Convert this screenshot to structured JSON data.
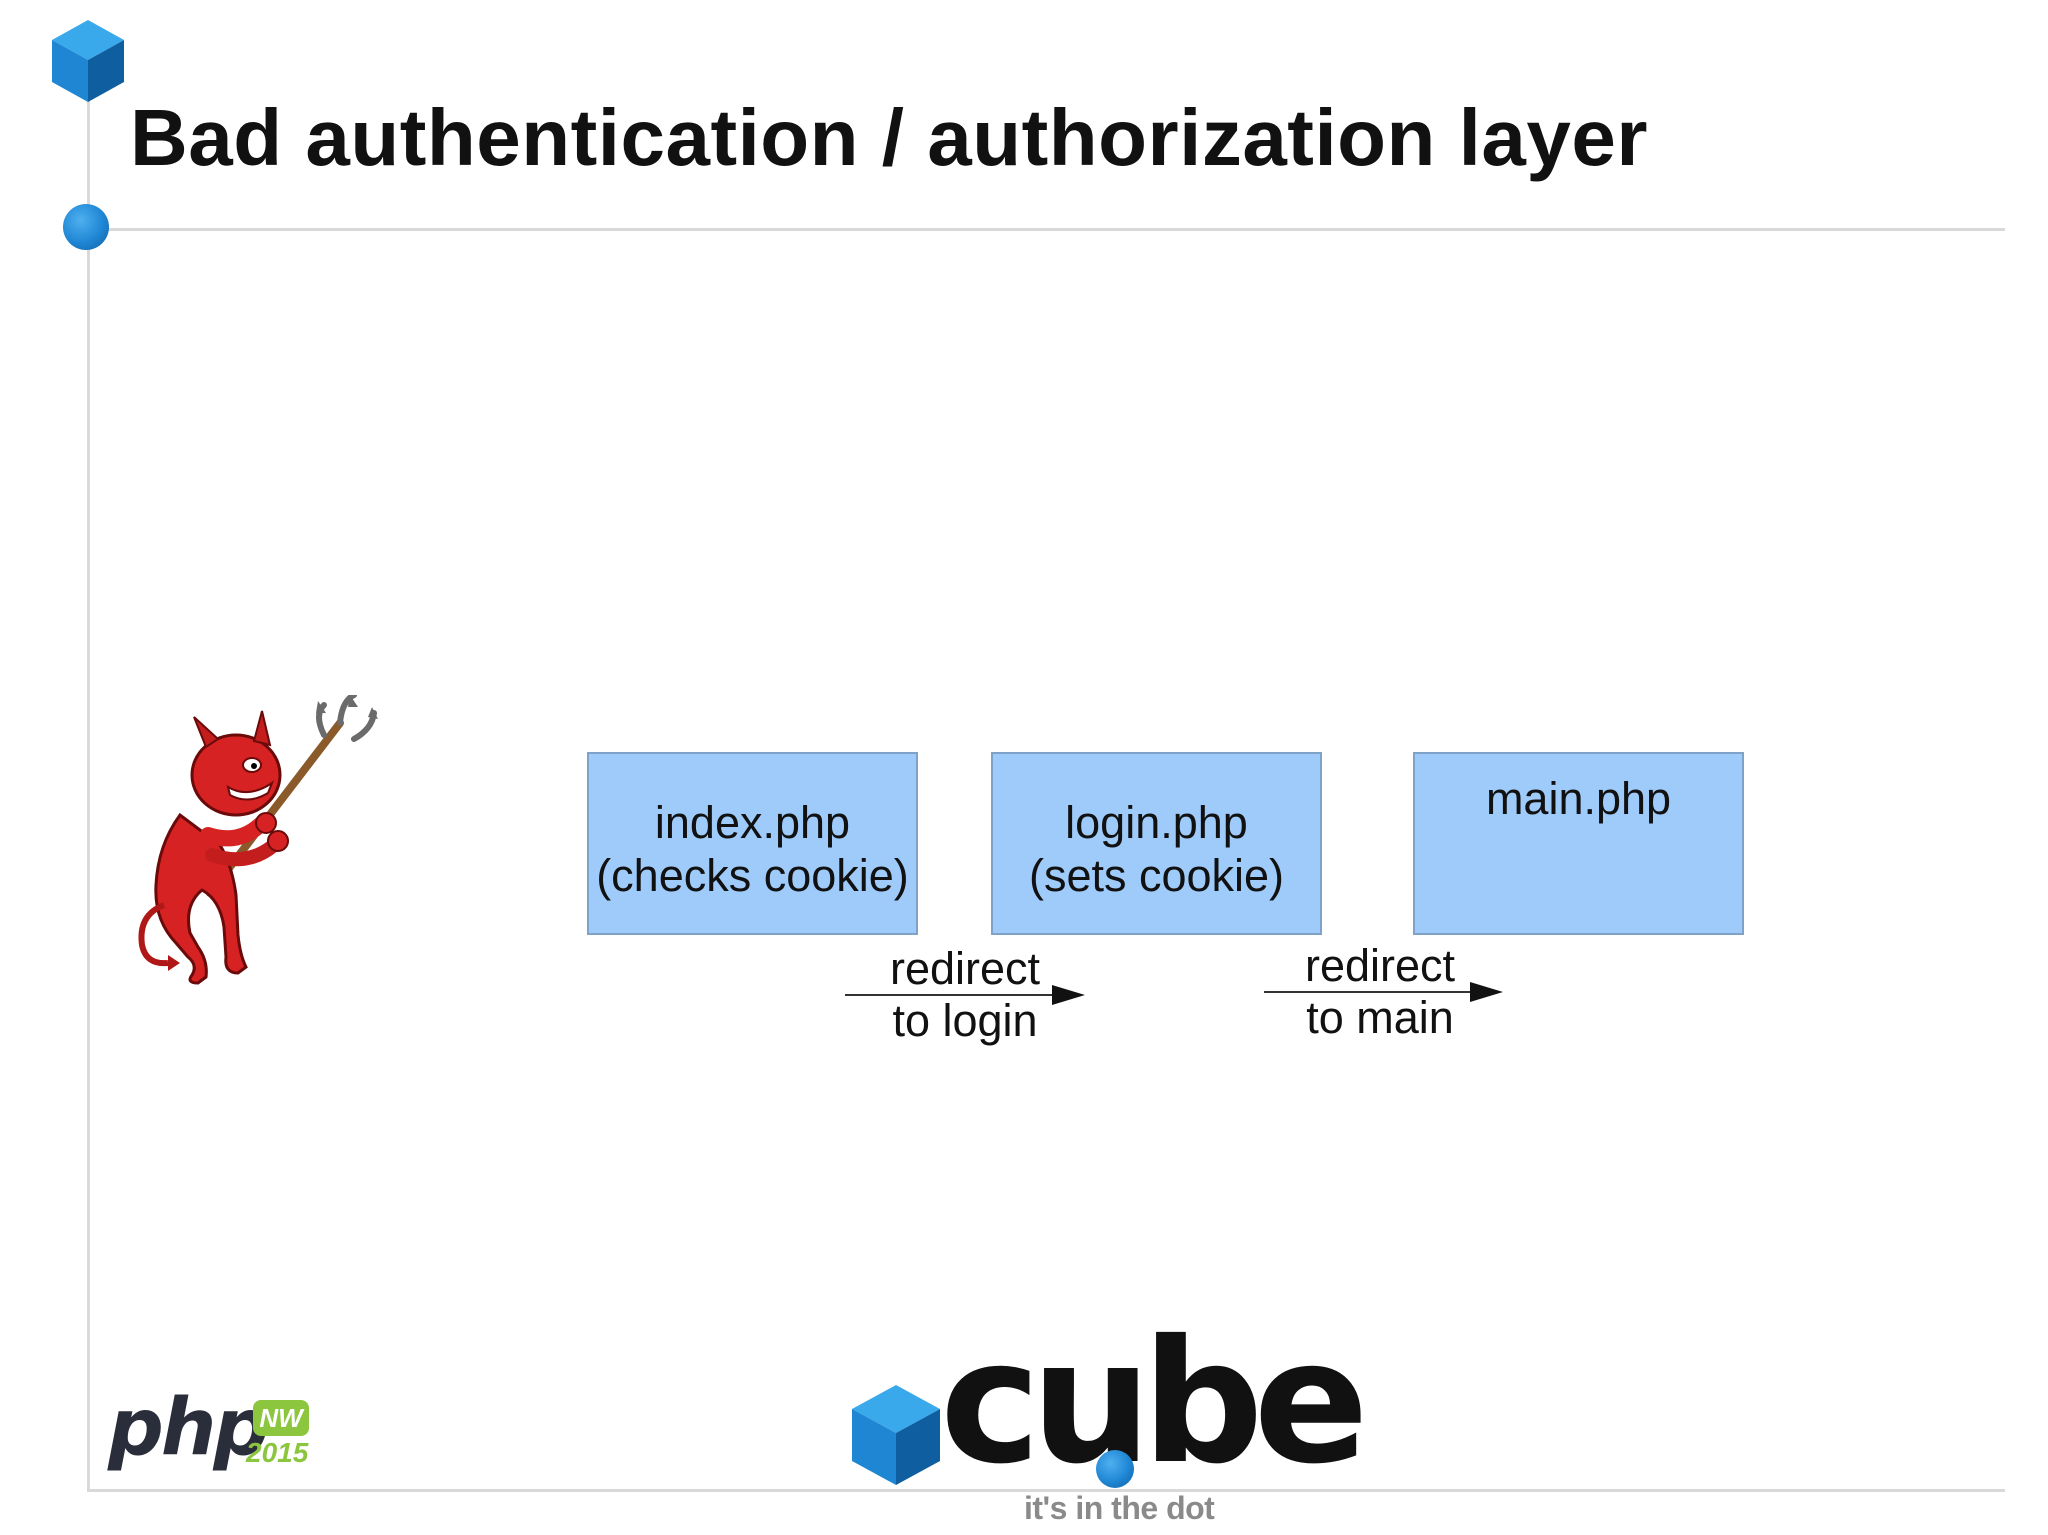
{
  "slide": {
    "title": "Bad authentication / authorization layer"
  },
  "diagram": {
    "boxes": [
      {
        "id": "index",
        "line1": "index.php",
        "line2": "(checks cookie)"
      },
      {
        "id": "login",
        "line1": "login.php",
        "line2": "(sets cookie)"
      },
      {
        "id": "main",
        "line1": "main.php"
      }
    ],
    "arrows": [
      {
        "line1": "redirect",
        "line2": "to login"
      },
      {
        "line1": "redirect",
        "line2": "to main"
      }
    ]
  },
  "footer": {
    "php_logo_word": "php",
    "php_logo_badge": "NW",
    "php_logo_year": "2015",
    "cube_logo_word": "cube",
    "cube_tagline": "it's in the dot"
  },
  "colors": {
    "box_fill": "#9fcbfa",
    "accent_blue": "#1f86d4",
    "php_green": "#8cc63f"
  }
}
